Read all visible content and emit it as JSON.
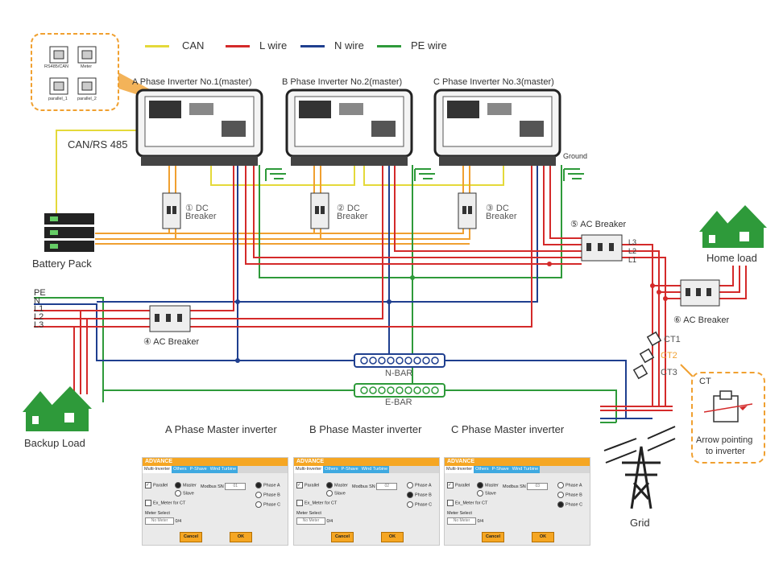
{
  "legend": {
    "can": {
      "label": "CAN",
      "color": "#e4d93a"
    },
    "l_wire": {
      "label": "L wire",
      "color": "#d42a2a"
    },
    "n_wire": {
      "label": "N wire",
      "color": "#1f3f8f"
    },
    "pe_wire": {
      "label": "PE wire",
      "color": "#2e9a3a"
    }
  },
  "port_callout": {
    "ports": [
      "RS485/CAN",
      "Meter",
      "parallel_1",
      "parallel_2"
    ]
  },
  "inverters": [
    {
      "title": "A Phase Inverter No.1(master)"
    },
    {
      "title": "B Phase Inverter No.2(master)"
    },
    {
      "title": "C Phase Inverter No.3(master)"
    }
  ],
  "labels": {
    "can_rs485": "CAN/RS 485",
    "ground": "Ground",
    "battery_pack": "Battery Pack",
    "dc_breaker_1": "① DC",
    "dc_breaker_2": "② DC",
    "dc_breaker_3": "③ DC",
    "breaker_word": "Breaker",
    "ac_breaker_4": "④ AC Breaker",
    "ac_breaker_5": "⑤ AC Breaker",
    "ac_breaker_6": "⑥ AC Breaker",
    "home_load": "Home load",
    "backup_load": "Backup Load",
    "grid": "Grid",
    "n_bar": "N-BAR",
    "e_bar": "E-BAR",
    "pe": "PE",
    "n": "N",
    "l1": "L1",
    "l2": "L2",
    "l3": "L3",
    "ct1": "CT1",
    "ct2": "CT2",
    "ct3": "CT3",
    "ct": "CT",
    "arrow_pointing": "Arrow pointing",
    "to_inverter": "to inverter"
  },
  "settings_panels": [
    {
      "caption": "A Phase Master inverter",
      "header": "ADVANCE",
      "tabs": [
        "Multi-Inverter",
        "Others",
        "P-Shave",
        "Wind Turbine"
      ],
      "parallel": "Parallel",
      "master": "Master",
      "slave": "Slave",
      "modbus": "Modbus SN",
      "modbus_value": "01",
      "ex_meter": "Ex_Meter for CT",
      "meter_select": "Meter Select",
      "meter_value": "No Meter",
      "meter_count": "0/4",
      "phases": [
        "Phase A",
        "Phase B",
        "Phase C"
      ],
      "selected_phase": 0,
      "cancel": "Cancel",
      "ok": "OK"
    },
    {
      "caption": "B Phase Master inverter",
      "header": "ADVANCE",
      "tabs": [
        "Multi-Inverter",
        "Others",
        "P-Shave",
        "Wind Turbine"
      ],
      "parallel": "Parallel",
      "master": "Master",
      "slave": "Slave",
      "modbus": "Modbus SN",
      "modbus_value": "02",
      "ex_meter": "Ex_Meter for CT",
      "meter_select": "Meter Select",
      "meter_value": "No Meter",
      "meter_count": "0/4",
      "phases": [
        "Phase A",
        "Phase B",
        "Phase C"
      ],
      "selected_phase": 1,
      "cancel": "Cancel",
      "ok": "OK"
    },
    {
      "caption": "C Phase Master inverter",
      "header": "ADVANCE",
      "tabs": [
        "Multi-Inverter",
        "Others",
        "P-Shave",
        "Wind Turbine"
      ],
      "parallel": "Parallel",
      "master": "Master",
      "slave": "Slave",
      "modbus": "Modbus SN",
      "modbus_value": "03",
      "ex_meter": "Ex_Meter for CT",
      "meter_select": "Meter Select",
      "meter_value": "No Meter",
      "meter_count": "0/4",
      "phases": [
        "Phase A",
        "Phase B",
        "Phase C"
      ],
      "selected_phase": 2,
      "cancel": "Cancel",
      "ok": "OK"
    }
  ]
}
